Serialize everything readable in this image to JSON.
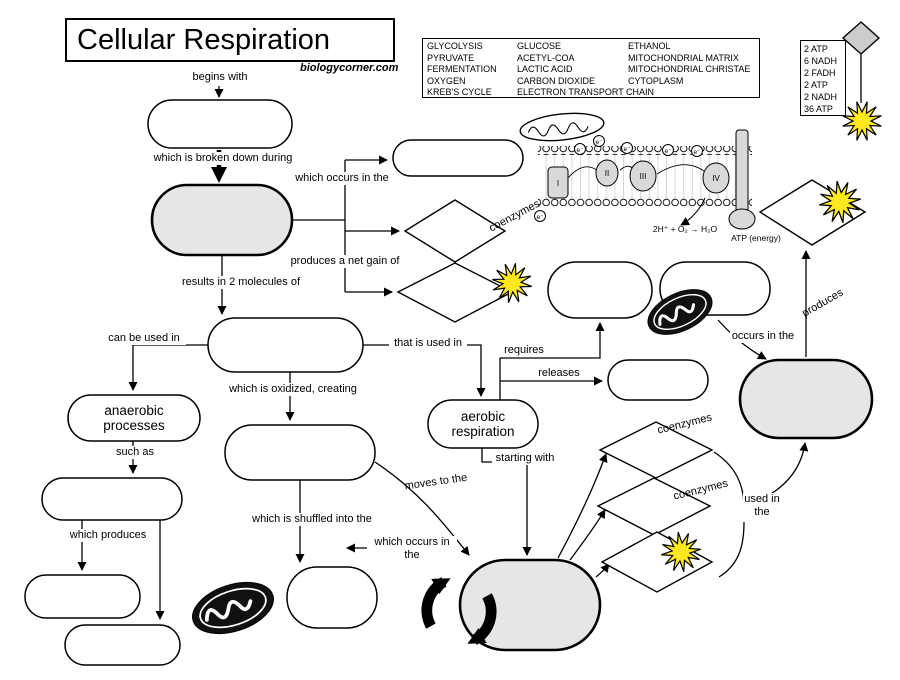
{
  "page": {
    "title": "Cellular Respiration",
    "credit": "biologycorner.com"
  },
  "word_bank": {
    "col1": [
      "GLYCOLYSIS",
      "PYRUVATE",
      "FERMENTATION",
      "OXYGEN",
      "KREB'S CYCLE"
    ],
    "col2": [
      "GLUCOSE",
      "ACETYL-COA",
      "LACTIC ACID",
      "CARBON DIOXIDE",
      "ELECTRON TRANSPORT CHAIN"
    ],
    "col3": [
      "ETHANOL",
      "MITOCHONDRIAL MATRIX",
      "MITOCHONDRIAL CHRISTAE",
      "CYTOPLASM"
    ]
  },
  "atp_tally": [
    "2 ATP",
    "6 NADH",
    "2 FADH",
    "2 ATP",
    "2 NADH",
    "36 ATP"
  ],
  "labels": {
    "begins_with": "begins with",
    "broken_down": "which is broken down during",
    "occurs_cyto": "which occurs in the",
    "net_gain": "produces a net gain of",
    "coenzymes_a": "coenzymes",
    "results_in": "results in 2 molecules of",
    "can_be_used": "can be used in",
    "that_is_used": "that is used in",
    "oxidized": "which is oxidized, creating",
    "such_as": "such as",
    "which_produces": "which produces",
    "shuffled": "which is shuffled into the",
    "occurs_mito": "which occurs in the",
    "moves_to": "moves to the",
    "starting_with": "starting with",
    "requires": "requires",
    "releases": "releases",
    "occurs_right": "occurs in the",
    "produces": "produces",
    "coenzymes_b": "coenzymes",
    "coenzymes_c": "coenzymes",
    "used_in": "used in the"
  },
  "nodes": {
    "anaerobic": "anaerobic processes",
    "aerobic": "aerobic respiration"
  },
  "membrane": {
    "reaction": "2H⁺ + O₂ → H₂O",
    "atp_label": "ATP (energy)",
    "complexes": [
      "I",
      "II",
      "III",
      "IV"
    ],
    "electron": "e⁻"
  },
  "colors": {
    "burst_yellow": "#ffe81f",
    "node_gray": "#e6e6e6",
    "diamond_gray": "#cccccc"
  }
}
